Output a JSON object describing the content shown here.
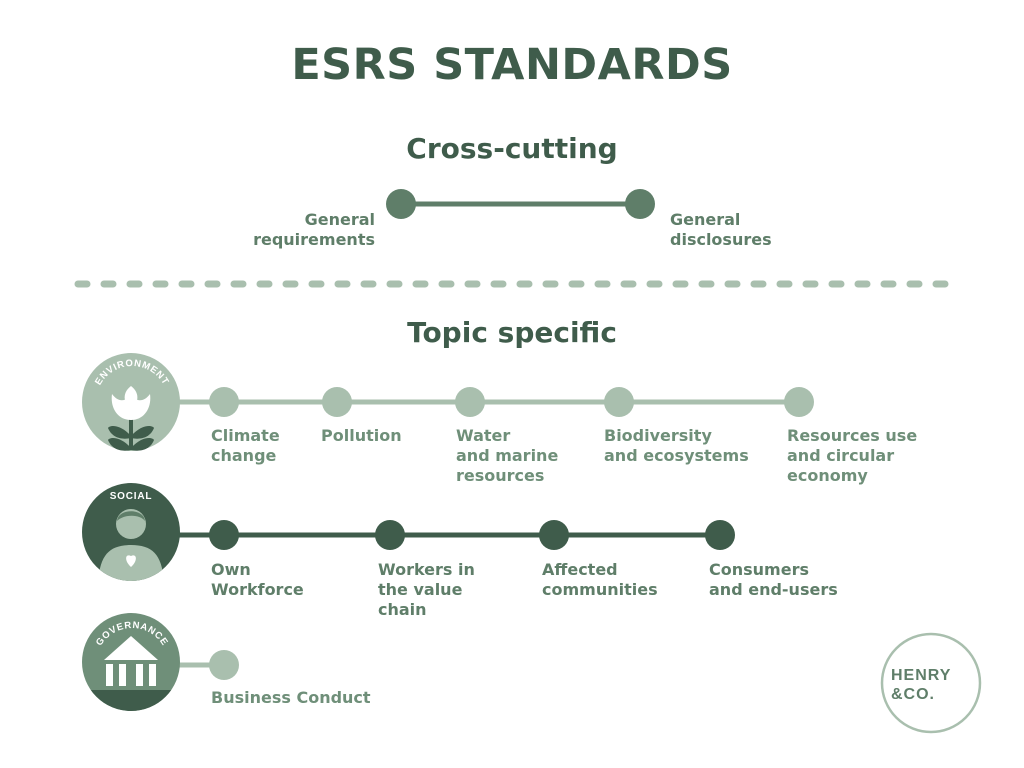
{
  "title": "ESRS STANDARDS",
  "cross_cutting": {
    "heading": "Cross-cutting",
    "items": [
      "General\nrequirements",
      "General\ndisclosures"
    ]
  },
  "topic_specific": {
    "heading": "Topic specific",
    "environment": {
      "badge": "ENVIRONMENT",
      "items": [
        "Climate\nchange",
        "Pollution",
        "Water\nand marine\n resources",
        "Biodiversity\nand ecosystems",
        "Resources use\nand circular\neconomy"
      ]
    },
    "social": {
      "badge": "SOCIAL",
      "items": [
        "Own\nWorkforce",
        "Workers in\nthe value\nchain",
        "Affected\ncommunities",
        "Consumers\nand end-users"
      ]
    },
    "governance": {
      "badge": "GOVERNANCE",
      "items": [
        "Business Conduct"
      ]
    }
  },
  "logo": {
    "line1": "HENRY",
    "line2": "&CO."
  },
  "colors": {
    "dark_green": "#3f5c4b",
    "mid_green": "#5f7e69",
    "light_green": "#a9bfae",
    "white": "#ffffff"
  }
}
